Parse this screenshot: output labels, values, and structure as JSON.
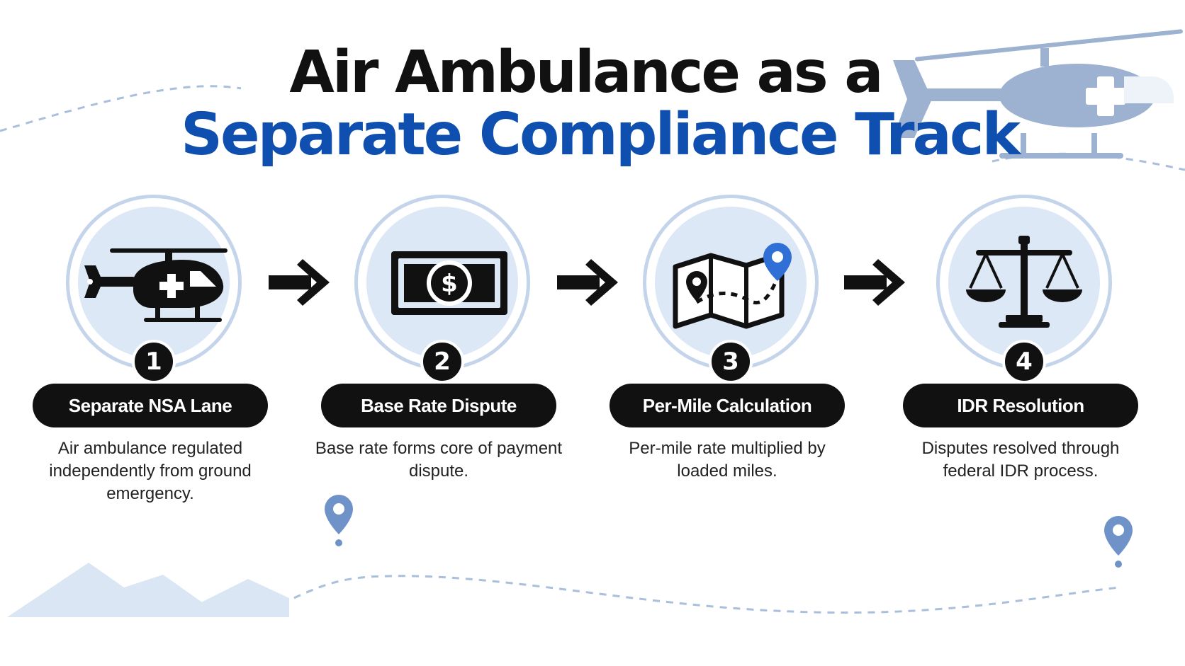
{
  "title": {
    "line1": "Air Ambulance as a",
    "line2": "Separate Compliance Track"
  },
  "colors": {
    "title_dark": "#111111",
    "title_accent": "#0f4fb0",
    "circle_fill": "#dce8f6",
    "circle_ring": "#c4d4ea",
    "pin_blue": "#2f6fd6",
    "decor_blue": "#8fa8cc"
  },
  "steps": [
    {
      "number": "1",
      "label": "Separate NSA Lane",
      "description": "Air ambulance regulated independently from ground emergency.",
      "icon": "helicopter-icon"
    },
    {
      "number": "2",
      "label": "Base Rate Dispute",
      "description": "Base rate forms core of payment dispute.",
      "icon": "dollar-bill-icon"
    },
    {
      "number": "3",
      "label": "Per-Mile Calculation",
      "description": "Per-mile rate multiplied by loaded miles.",
      "icon": "route-map-icon"
    },
    {
      "number": "4",
      "label": "IDR Resolution",
      "description": "Disputes resolved through federal IDR process.",
      "icon": "scales-of-justice-icon"
    }
  ]
}
